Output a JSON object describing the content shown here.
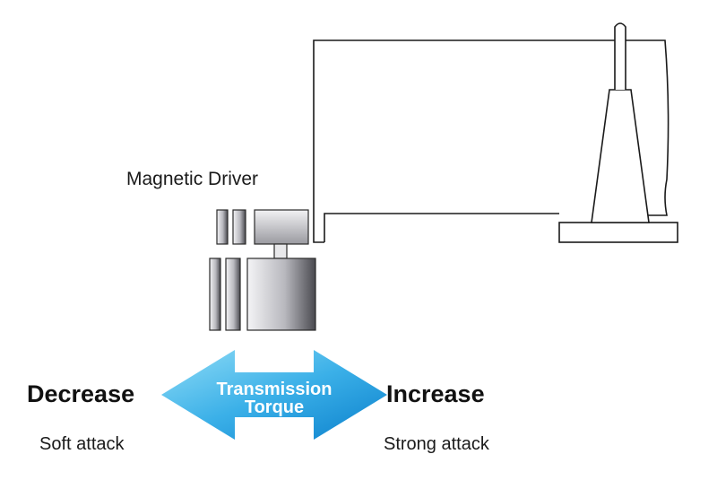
{
  "labels": {
    "driver": "Magnetic Driver",
    "decrease": "Decrease",
    "increase": "Increase",
    "soft": "Soft attack",
    "strong": "Strong attack",
    "torque_line1": "Transmission",
    "torque_line2": "Torque"
  },
  "colors": {
    "line": "#1a1a1a",
    "arrow_light": "#7fd4f2",
    "arrow_dark": "#1090d8",
    "metal_light": "#f4f4f6",
    "metal_dark": "#4a4a50"
  }
}
